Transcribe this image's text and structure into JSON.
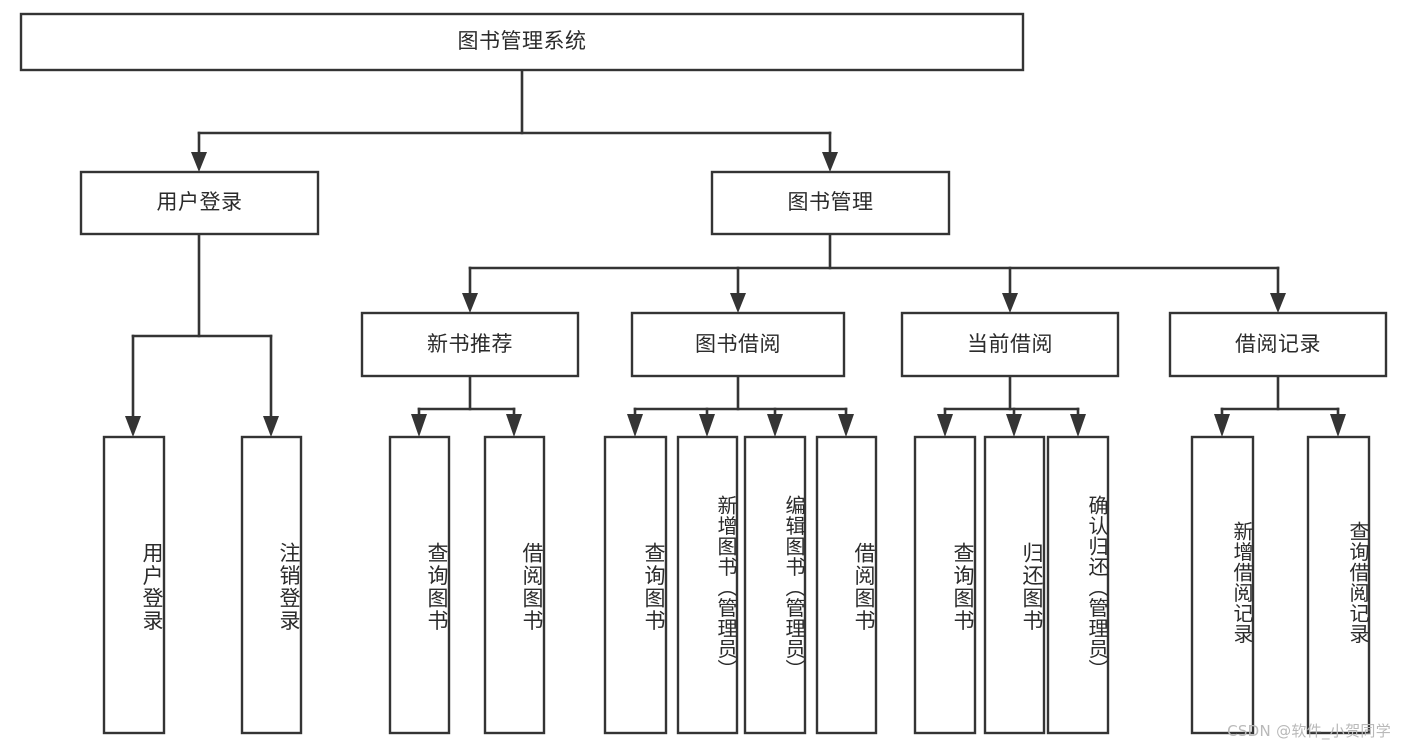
{
  "diagram": {
    "type": "tree",
    "title": "图书管理系统",
    "watermark": "CSDN @软件_小贺同学",
    "colors": {
      "stroke": "#343434",
      "box_fill": "#ffffff",
      "text": "#2b2b2b",
      "background": "#ffffff",
      "watermark": "#b9b9b9"
    },
    "levels": {
      "root": {
        "label": "图书管理系统"
      },
      "level2": [
        {
          "label": "用户登录"
        },
        {
          "label": "图书管理"
        }
      ],
      "level3": [
        {
          "label": "新书推荐"
        },
        {
          "label": "图书借阅"
        },
        {
          "label": "当前借阅"
        },
        {
          "label": "借阅记录"
        }
      ],
      "leaves": {
        "user_login": [
          {
            "label": "用户登录"
          },
          {
            "label": "注销登录"
          }
        ],
        "new_book_recommend": [
          {
            "label": "查询图书"
          },
          {
            "label": "借阅图书"
          }
        ],
        "book_borrow": [
          {
            "label": "查询图书"
          },
          {
            "label": "新增图书（管理员）"
          },
          {
            "label": "编辑图书（管理员）"
          },
          {
            "label": "借阅图书"
          }
        ],
        "current_borrow": [
          {
            "label": "查询图书"
          },
          {
            "label": "归还图书"
          },
          {
            "label": "确认归还（管理员）"
          }
        ],
        "borrow_record": [
          {
            "label": "新增借阅记录"
          },
          {
            "label": "查询借阅记录"
          }
        ]
      }
    }
  }
}
